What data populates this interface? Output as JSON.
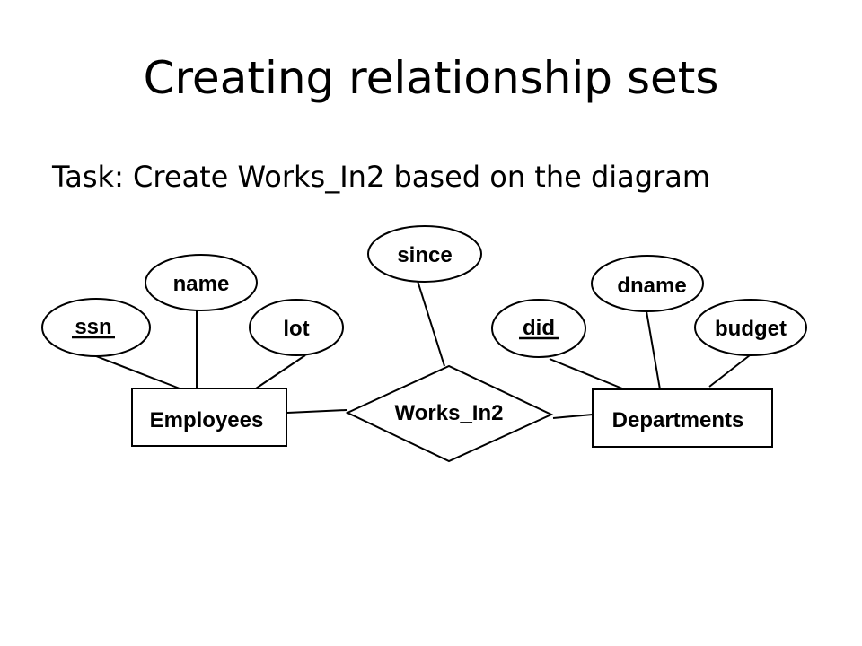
{
  "title": "Creating relationship sets",
  "subtitle": "Task: Create Works_In2 based on the diagram",
  "diagram": {
    "entities": [
      {
        "id": "employees",
        "label": "Employees"
      },
      {
        "id": "departments",
        "label": "Departments"
      }
    ],
    "relationships": [
      {
        "id": "works_in2",
        "label": "Works_In2"
      }
    ],
    "attributes": [
      {
        "id": "ssn",
        "label": "ssn",
        "key": true,
        "owner": "employees"
      },
      {
        "id": "name",
        "label": "name",
        "key": false,
        "owner": "employees"
      },
      {
        "id": "lot",
        "label": "lot",
        "key": false,
        "owner": "employees"
      },
      {
        "id": "since",
        "label": "since",
        "key": false,
        "owner": "works_in2"
      },
      {
        "id": "did",
        "label": "did",
        "key": true,
        "owner": "departments"
      },
      {
        "id": "dname",
        "label": "dname",
        "key": false,
        "owner": "departments"
      },
      {
        "id": "budget",
        "label": "budget",
        "key": false,
        "owner": "departments"
      }
    ],
    "connections": [
      [
        "ssn",
        "employees"
      ],
      [
        "name",
        "employees"
      ],
      [
        "lot",
        "employees"
      ],
      [
        "since",
        "works_in2"
      ],
      [
        "did",
        "departments"
      ],
      [
        "dname",
        "departments"
      ],
      [
        "budget",
        "departments"
      ],
      [
        "employees",
        "works_in2"
      ],
      [
        "works_in2",
        "departments"
      ]
    ]
  }
}
